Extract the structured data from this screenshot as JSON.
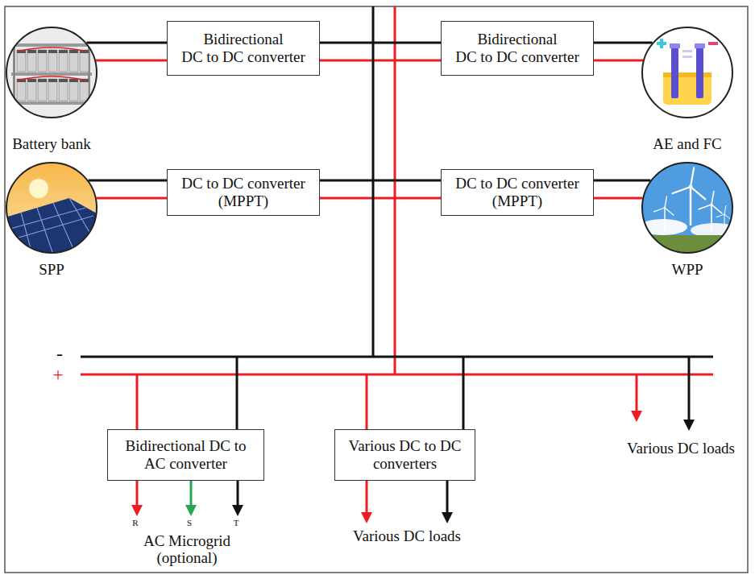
{
  "diagram": {
    "nodes": [
      {
        "text": [
          "Battery bank"
        ]
      },
      {
        "text": [
          "Bidirectional DC to DC converter"
        ]
      },
      {
        "text": [
          "Bidirectional DC to DC converter"
        ]
      },
      {
        "text": [
          "AE and FC"
        ]
      },
      {
        "text": [
          "SPP"
        ]
      },
      {
        "text": [
          "DC to DC converter (MPPT)"
        ]
      },
      {
        "text": [
          "DC to DC converter (MPPT)"
        ]
      },
      {
        "text": [
          "WPP"
        ]
      },
      {
        "text": [
          "Bidirectional DC to AC converter"
        ]
      },
      {
        "text": [
          "Various DC to DC converters"
        ]
      }
    ],
    "edges": [
      {
        "from": 0,
        "to": 1,
        "arrow": "none"
      },
      {
        "from": 2,
        "to": 3,
        "arrow": "none"
      },
      {
        "from": 4,
        "to": 5,
        "arrow": "none"
      },
      {
        "from": 6,
        "to": 7,
        "arrow": "none"
      }
    ],
    "labels": [
      "-",
      "+",
      "R",
      "S",
      "T",
      "AC Microgrid (optional)",
      "Various DC loads",
      "Various DC loads"
    ]
  }
}
